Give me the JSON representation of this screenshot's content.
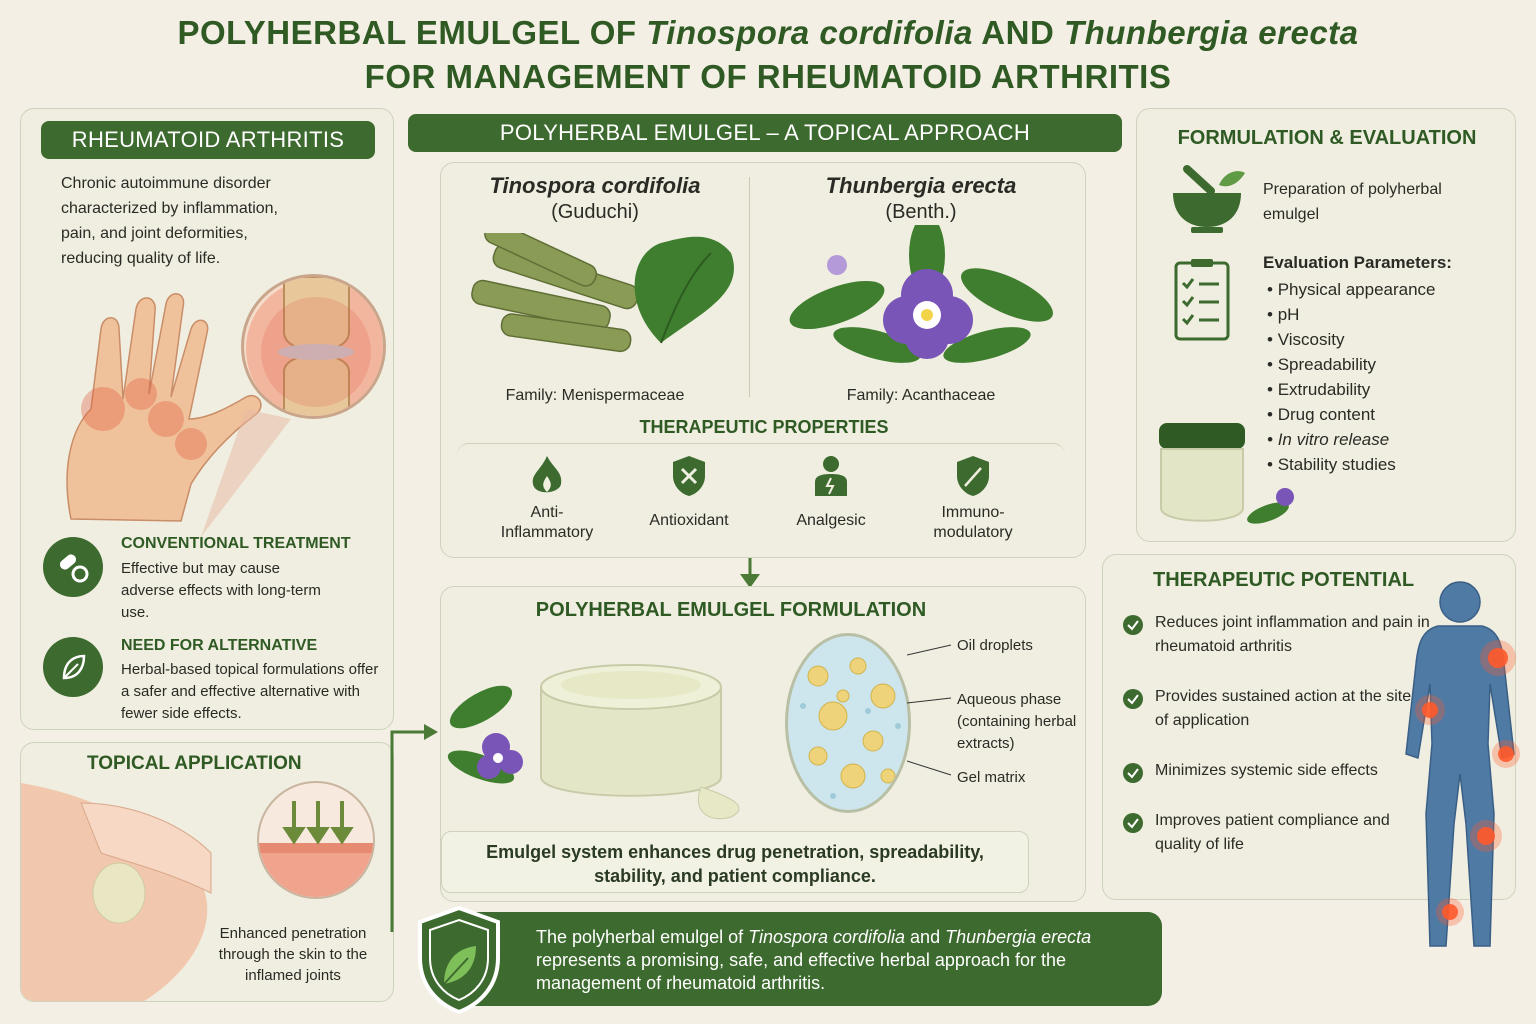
{
  "title": {
    "line1_a": "POLYHERBAL EMULGEL OF ",
    "line1_b": "Tinospora cordifolia",
    "line1_c": " AND ",
    "line1_d": "Thunbergia erecta",
    "line2": "FOR MANAGEMENT OF RHEUMATOID ARTHRITIS"
  },
  "ra": {
    "heading": "RHEUMATOID ARTHRITIS",
    "description": "Chronic autoimmune disorder characterized by inflammation, pain, and joint deformities, reducing quality of life.",
    "conventional_title": "CONVENTIONAL TREATMENT",
    "conventional_text": "Effective but may cause adverse effects with long-term use.",
    "alternative_title": "NEED FOR ALTERNATIVE",
    "alternative_text": "Herbal-based topical formulations offer a safer and effective alternative with fewer side effects."
  },
  "topical": {
    "heading": "TOPICAL APPLICATION",
    "caption": "Enhanced penetration through the skin to the inflamed joints"
  },
  "center": {
    "heading": "POLYHERBAL EMULGEL – A TOPICAL APPROACH",
    "plant1_name": "Tinospora cordifolia",
    "plant1_common": "(Guduchi)",
    "plant1_family": "Family: Menispermaceae",
    "plant2_name": "Thunbergia erecta",
    "plant2_common": "(Benth.)",
    "plant2_family": "Family: Acanthaceae",
    "properties_heading": "THERAPEUTIC PROPERTIES",
    "properties": [
      "Anti-\nInflammatory",
      "Antioxidant",
      "Analgesic",
      "Immuno-\nmodulatory"
    ]
  },
  "formulation": {
    "heading": "POLYHERBAL EMULGEL FORMULATION",
    "label_oil": "Oil droplets",
    "label_aqueous": "Aqueous phase (containing herbal extracts)",
    "label_gel": "Gel matrix",
    "benefit": "Emulgel system enhances drug penetration, spreadability, stability, and patient compliance."
  },
  "evaluation": {
    "heading": "FORMULATION & EVALUATION",
    "prep": "Preparation of polyherbal emulgel",
    "params_title": "Evaluation Parameters:",
    "params": [
      "Physical appearance",
      "pH",
      "Viscosity",
      "Spreadability",
      "Extrudability",
      "Drug content",
      "In vitro release",
      "Stability studies"
    ]
  },
  "potential": {
    "heading": "THERAPEUTIC POTENTIAL",
    "items": [
      "Reduces joint inflammation and pain in rheumatoid arthritis",
      "Provides sustained action at the site of application",
      "Minimizes systemic side effects",
      "Improves patient compliance and quality of life"
    ]
  },
  "conclusion": {
    "a": "The polyherbal emulgel of ",
    "b": "Tinospora cordifolia",
    "c": " and ",
    "d": "Thunbergia erecta",
    "e": " represents a promising, safe, and effective herbal approach for the management of rheumatoid arthritis."
  },
  "colors": {
    "primary_green": "#3d6a2e",
    "title_green": "#2f5a24",
    "background": "#f3efe4",
    "panel": "#efeee0",
    "flower_purple": "#7a55b8",
    "inflammation_red": "#e0563a"
  }
}
